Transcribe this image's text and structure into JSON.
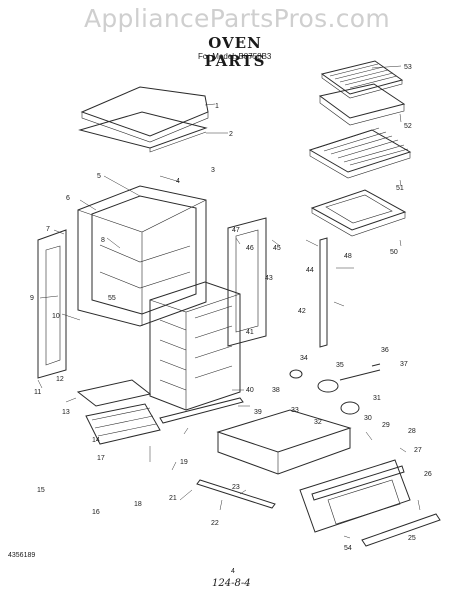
{
  "watermark": "AppliancePartsPros.com",
  "title": "OVEN PARTS",
  "model_line": "For Model: B8758B3",
  "doc_number": "4356189",
  "page_number": "4",
  "handwritten_note": "124-8-4",
  "callouts": [
    "1",
    "2",
    "3",
    "4",
    "5",
    "6",
    "7",
    "8",
    "9",
    "10",
    "11",
    "12",
    "13",
    "14",
    "15",
    "16",
    "17",
    "18",
    "19",
    "21",
    "22",
    "23",
    "25",
    "26",
    "27",
    "28",
    "29",
    "30",
    "31",
    "32",
    "33",
    "34",
    "35",
    "36",
    "37",
    "38",
    "39",
    "40",
    "41",
    "42",
    "43",
    "44",
    "45",
    "46",
    "47",
    "48",
    "50",
    "51",
    "52",
    "53",
    "54",
    "55"
  ],
  "parts": [
    {
      "name": "broiler-pan-grid",
      "label": "53"
    },
    {
      "name": "broiler-pan",
      "label": "52"
    },
    {
      "name": "oven-rack",
      "label": "51"
    },
    {
      "name": "oven-bottom-panel",
      "label": "50"
    },
    {
      "name": "oven-liner",
      "label": "5"
    },
    {
      "name": "oven-door",
      "label": "54"
    },
    {
      "name": "storage-drawer",
      "label": "38"
    },
    {
      "name": "broil-element",
      "label": "44"
    }
  ]
}
